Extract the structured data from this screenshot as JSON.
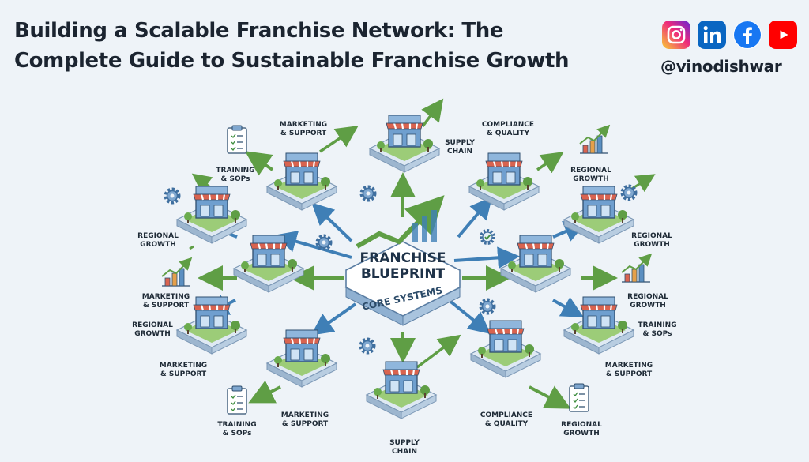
{
  "header": {
    "title_line1": "Building a Scalable Franchise Network:  The",
    "title_line2": "Complete Guide to Sustainable Franchise Growth"
  },
  "social": {
    "icons": [
      "instagram-icon",
      "linkedin-icon",
      "facebook-icon",
      "youtube-icon"
    ],
    "colors": {
      "instagram": "#d6249f",
      "linkedin": "#0a66c2",
      "facebook": "#1877f2",
      "youtube": "#ff0000"
    },
    "handle": "@vinodishwar"
  },
  "hub": {
    "title_line1": "FRANCHISE",
    "title_line2": "BLUEPRINT",
    "subtitle": "CORE SYSTEMS"
  },
  "labels": {
    "marketing_support": [
      "MARKETING",
      "& SUPPORT"
    ],
    "supply_chain": [
      "SUPPLY",
      "CHAIN"
    ],
    "compliance_quality": [
      "COMPLIANCE",
      "& QUALITY"
    ],
    "training_sops": [
      "TRAINING",
      "& SOPs"
    ],
    "regional_growth": [
      "REGIONAL",
      "GROWTH"
    ]
  },
  "colors": {
    "background": "#eef3f8",
    "store_blue": "#5b8fc1",
    "awning_red": "#d9634f",
    "grass_green": "#8fc16a",
    "arrow_green": "#5f9e45",
    "arrow_blue": "#3f7fb6"
  }
}
